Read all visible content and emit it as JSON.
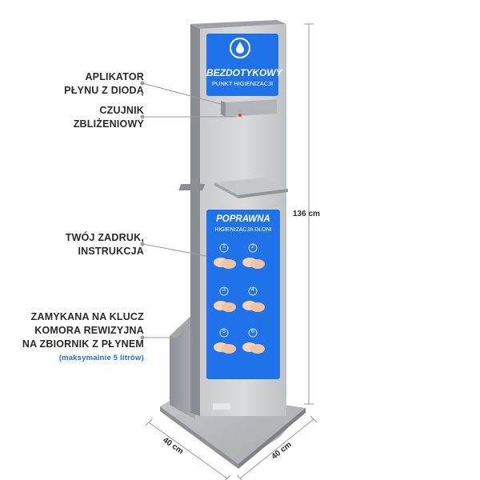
{
  "callouts": {
    "applicator": [
      "APLIKATOR",
      "PŁYNU Z DIODĄ"
    ],
    "sensor": [
      "CZUJNIK",
      "ZBLIŻENIOWY"
    ],
    "print": [
      "TWÓJ ZADRUK,",
      "INSTRUKCJA"
    ],
    "chamber": [
      "ZAMYKANA NA KLUCZ",
      "KOMORA REWIZYJNA",
      "NA ZBIORNIK Z PŁYNEM"
    ],
    "chamber_note": "(maksymalnie 5 litrów)"
  },
  "top_sign": {
    "title": "BEZDOTYKOWY",
    "subtitle": "PUNKT HIGIENIZACJI"
  },
  "instruction_sign": {
    "title": "POPRAWNA",
    "subtitle": "HIGIENIZACJA DŁONI",
    "steps": [
      "1",
      "2",
      "3",
      "4",
      "5",
      "6"
    ]
  },
  "dimensions": {
    "height": "136 cm",
    "depth": "40 cm",
    "width": "40 cm"
  },
  "colors": {
    "sign_blue": "#1f72e8",
    "steel": "#b9bcc0",
    "note_blue": "#1f6fe0"
  },
  "icons": [
    "water-drop-hand-icon",
    "hand-wash-step-icons"
  ]
}
